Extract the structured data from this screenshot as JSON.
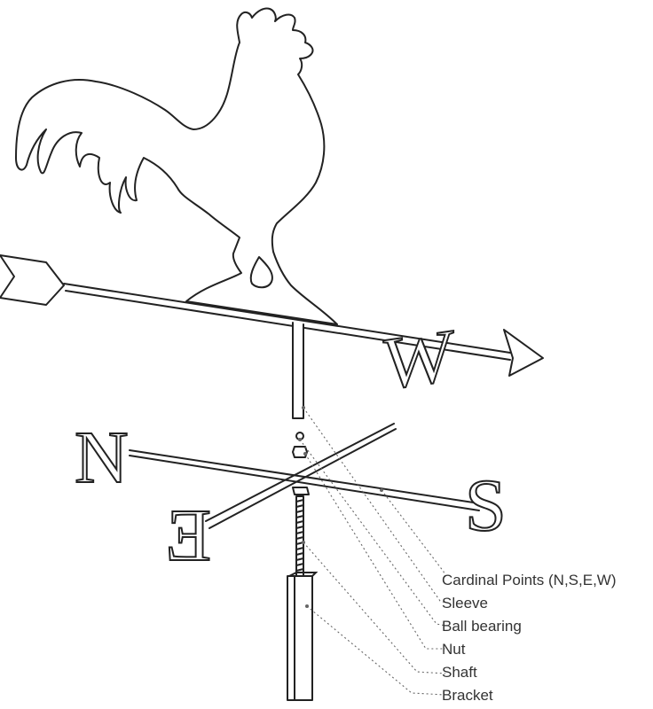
{
  "diagram": {
    "compass_letters": {
      "north": "N",
      "south": "S",
      "east": "E",
      "west": "W"
    },
    "callouts": [
      {
        "id": "cardinal",
        "label": "Cardinal Points (N,S,E,W)"
      },
      {
        "id": "sleeve",
        "label": "Sleeve"
      },
      {
        "id": "ball",
        "label": "Ball bearing"
      },
      {
        "id": "nut",
        "label": "Nut"
      },
      {
        "id": "shaft",
        "label": "Shaft"
      },
      {
        "id": "bracket",
        "label": "Bracket"
      }
    ],
    "colors": {
      "line": "#222222",
      "leader": "#666666",
      "text": "#333333",
      "fill": "#ffffff"
    }
  }
}
